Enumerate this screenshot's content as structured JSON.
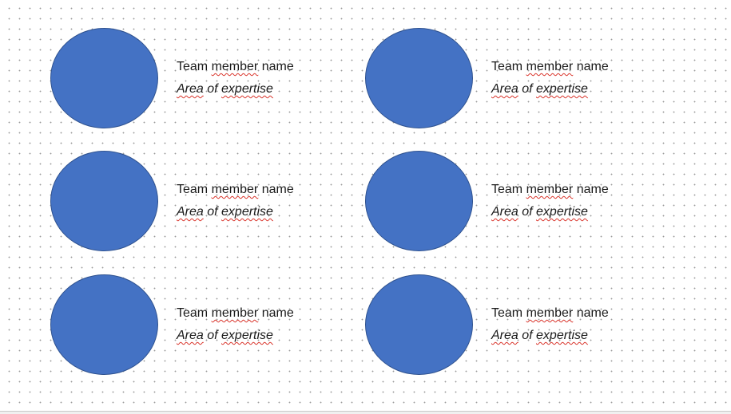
{
  "colors": {
    "avatar_fill": "#4472c4",
    "avatar_border": "#2f528f",
    "spellcheck_underline": "#d9342b"
  },
  "members": [
    {
      "name_prefix": "Team ",
      "name_flagged": "member",
      "name_suffix": " name",
      "area_prefix": "",
      "area_flagged_1": "Area",
      "area_mid": " of ",
      "area_flagged_2": "expertise"
    },
    {
      "name_prefix": "Team ",
      "name_flagged": "member",
      "name_suffix": " name",
      "area_prefix": "",
      "area_flagged_1": "Area",
      "area_mid": " of ",
      "area_flagged_2": "expertise"
    },
    {
      "name_prefix": "Team ",
      "name_flagged": "member",
      "name_suffix": " name",
      "area_prefix": "",
      "area_flagged_1": "Area",
      "area_mid": " of ",
      "area_flagged_2": "expertise"
    },
    {
      "name_prefix": "Team ",
      "name_flagged": "member",
      "name_suffix": " name",
      "area_prefix": "",
      "area_flagged_1": "Area",
      "area_mid": " of ",
      "area_flagged_2": "expertise"
    },
    {
      "name_prefix": "Team ",
      "name_flagged": "member",
      "name_suffix": " name",
      "area_prefix": "",
      "area_flagged_1": "Area",
      "area_mid": " of ",
      "area_flagged_2": "expertise"
    },
    {
      "name_prefix": "Team ",
      "name_flagged": "member",
      "name_suffix": " name",
      "area_prefix": "",
      "area_flagged_1": "Area",
      "area_mid": " of ",
      "area_flagged_2": "expertise"
    }
  ]
}
